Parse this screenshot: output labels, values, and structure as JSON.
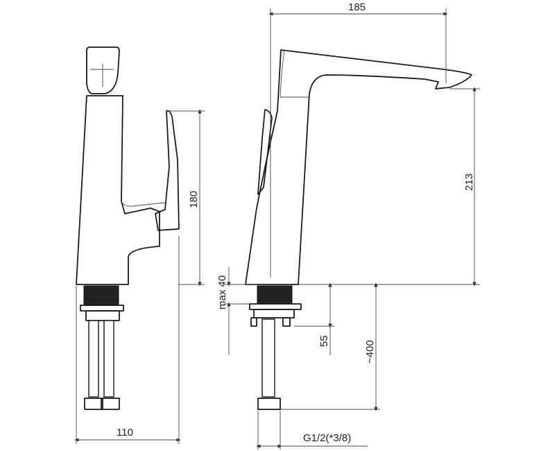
{
  "dimensions": {
    "width_top": "185",
    "spout_height": "213",
    "side_height": "180",
    "max_thickness": "max 40",
    "thread_length": "55",
    "hose_length": "~400",
    "base_width": "110",
    "thread_spec": "G1/2(*3/8)"
  },
  "icons": {
    "side_view": "faucet-side-view-icon",
    "front_view": "faucet-front-view-icon"
  }
}
